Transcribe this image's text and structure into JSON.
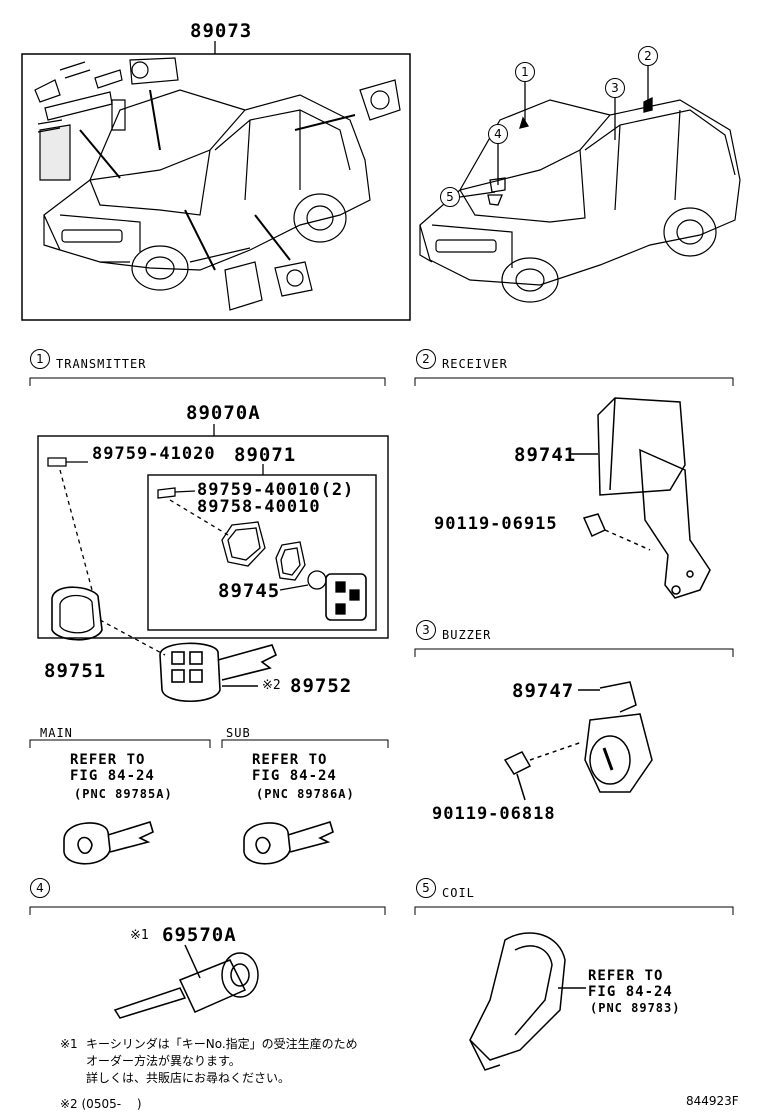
{
  "overview": {
    "assembly_no": "89073",
    "callouts": [
      "1",
      "2",
      "3",
      "4",
      "5"
    ]
  },
  "sections": {
    "s1": {
      "num": "1",
      "title": "TRANSMITTER"
    },
    "s2": {
      "num": "2",
      "title": "RECEIVER"
    },
    "s3": {
      "num": "3",
      "title": "BUZZER"
    },
    "s4": {
      "num": "4",
      "title": ""
    },
    "s5": {
      "num": "5",
      "title": "COIL"
    }
  },
  "transmitter": {
    "assembly": "89070A",
    "sub_assembly": "89071",
    "screw_outer": "89759-41020",
    "screw_inner": "89759-40010(2)",
    "gasket": "89758-40010",
    "battery": "89745",
    "case": "89751",
    "key_mark": "※2",
    "key_no": "89752"
  },
  "main_key": {
    "label": "MAIN",
    "ref1": "REFER TO",
    "ref2": "FIG 84-24",
    "ref3": "(PNC 89785A)"
  },
  "sub_key": {
    "label": "SUB",
    "ref1": "REFER TO",
    "ref2": "FIG 84-24",
    "ref3": "(PNC 89786A)"
  },
  "receiver": {
    "part": "89741",
    "bolt": "90119-06915"
  },
  "buzzer": {
    "part": "89747",
    "bolt": "90119-06818"
  },
  "cylinder": {
    "mark": "※1",
    "part": "69570A"
  },
  "coil": {
    "ref1": "REFER TO",
    "ref2": "FIG 84-24",
    "ref3": "(PNC 89783)"
  },
  "notes": {
    "n1_mark": "※1",
    "n1_line1": "キーシリンダは「キーNo.指定」の受注生産のため",
    "n1_line2": "オーダー方法が異なります。",
    "n1_line3": "詳しくは、共販店にお尋ねください。",
    "n2": "※2 (0505-　 )"
  },
  "figure_id": "844923F"
}
